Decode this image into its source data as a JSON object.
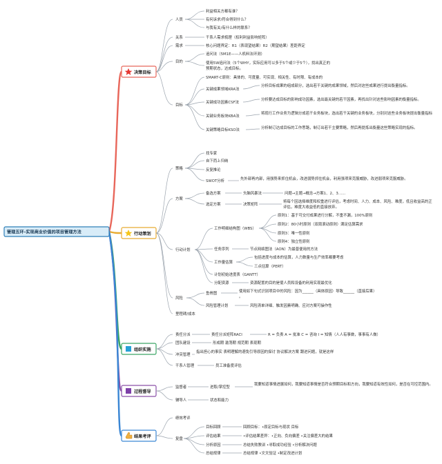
{
  "root": "管理五环-实现商业价值的项目管理方法",
  "colors": {
    "root_bg": "#d8ecf8",
    "root_border": "#2f7fb8",
    "branch1": "#e8665a",
    "branch2": "#e8ab30",
    "branch3": "#3aa564",
    "branch4": "#8a4fa8",
    "branch5": "#3a86d4",
    "sub": "#9aa3ad"
  },
  "branches": [
    {
      "label": "决策目标",
      "icon": "star-icon",
      "children": [
        {
          "label": "人员",
          "children": [
            {
              "label": "利益相关方都有谁？"
            },
            {
              "label": "有何诉求/符合得到什么？"
            },
            {
              "label": "与我有关/有什么样的联系？"
            }
          ]
        },
        {
          "label": "关系",
          "children": [
            {
              "label": "干系人需求梳理（权利利益影响矩阵）"
            }
          ]
        },
        {
          "label": "需求",
          "children": [
            {
              "label": "核心问题界定：R1（表现望结果）R2（期望结果）差距界定"
            }
          ]
        },
        {
          "label": "目的",
          "children": [
            {
              "label": "追问法（5M1E——人机料法环测）"
            },
            {
              "label": "使用5W追问法（5个WHY，实际应用可以多于5个或少于5个），找出真正的预期状态，达成目标。"
            }
          ]
        },
        {
          "label": "目标",
          "children": [
            {
              "label": "SMART-C原则：具体的、可度量、可实现、相关性、有时限、有成本的"
            },
            {
              "label": "关键成果领域KRA法",
              "note": "分析目标成果的组成部分，选出若干关键的成果领域，然后对这些成果进行提出衡量指标。"
            },
            {
              "label": "关键成功因素CSF法",
              "note": "分析要达成目标的影响成功因素，选出最关键的若干因素，再找出针对这些影响因素的衡量指标。"
            },
            {
              "label": "关键业务板块KBA法",
              "note": "将现行工作业务为逻辑分成若干业务板块，选出若干关键的业务板块，分别对这些业务板块提出衡量指标"
            },
            {
              "label": "关键策略目标KSO法",
              "note": "分析制订达成目标的工作思路，制订出若干主要策略，然后再提炼出衡量这些策略实现的指标。"
            }
          ]
        }
      ]
    },
    {
      "label": "行动策划",
      "icon": "star-icon",
      "children": [
        {
          "label": "策略",
          "children": [
            {
              "label": "找专家"
            },
            {
              "label": "自下而上归纳"
            },
            {
              "label": "反复推论"
            },
            {
              "label": "SWOT分析",
              "note": "先外部再内部，用强势来抓住机会，改进弱势抓住机会，利用强项来克服威胁，改进弱项来克服威胁。"
            }
          ]
        },
        {
          "label": "方案",
          "children": [
            {
              "label": "备选方案",
              "sub": "头脑风暴法",
              "note": "问题→主题→概念→方案1、2、3……"
            },
            {
              "label": "选定方案",
              "sub": "决策矩阵",
              "note": "将每个因选择维度和权重进行评估，考虑时间、人力、成本、风险、难度，低且收益高的正评估，难度大收益低的直接放弃。"
            }
          ]
        },
        {
          "label": "行动计划",
          "children": [
            {
              "label": "工作明细结构图（WBS）",
              "items": [
                "原则1：基于可交付成果进行分解，不重不漏，100%原则",
                "原则2：80小时原则（双周滚动原则）满足估算需求",
                "原则3：唯一性原则",
                "原则4：独立性原则"
              ]
            },
            {
              "label": "任务序列",
              "note": "节点网络图法（AON）为最普便用的方法"
            },
            {
              "label": "工作量估算",
              "items": [
                "包括进度与成本的估算，人力数量与生产效率都要考虑",
                "三点估算（PERT）"
              ]
            },
            {
              "label": "计划初始进度表（GANTT）"
            },
            {
              "label": "分配资源",
              "note": "资源配置的目的是使人员和设备的利用实现最优化"
            }
          ]
        },
        {
          "label": "风险",
          "children": [
            {
              "label": "鱼骨图",
              "note": "使用如下句式识别项目中的风险：因为______（具体原因）导致______（直接后果）。"
            },
            {
              "label": "风险管理计划",
              "note": "风险清单详细、触发因素明确、应对方案可操作性"
            }
          ]
        },
        {
          "label": "里程碑/成本",
          "children": []
        }
      ]
    },
    {
      "label": "组织实施",
      "icon": "square-icon",
      "children": [
        {
          "label": "责任分派",
          "children": [
            {
              "label": "责任分派矩阵RACI",
              "note": "R = 负责 A = 批准 C = 咨询 I = 知情（人人有事做，事事有人做）"
            }
          ]
        },
        {
          "label": "团队建设",
          "children": [
            {
              "label": "形成期 激荡期 规范期 表现期"
            }
          ]
        },
        {
          "label": "冲突管理",
          "children": [
            {
              "label": "指出担心的事实 表明理解的避免引导原因的探讨 协议解决方案 跟进问题，就是这样"
            }
          ]
        },
        {
          "label": "干系人管理",
          "children": [
            {
              "label": "员工准备度评估"
            }
          ]
        }
      ]
    },
    {
      "label": "过程督导",
      "icon": "square-icon",
      "children": [
        {
          "label": "监督者",
          "children": [
            {
              "label": "进取/掌控型",
              "note": "我要知道事情进展如何，我要知道事情是否符合预期目标和方向，我要知道有效性如何，是否在可控范围内。"
            }
          ]
        },
        {
          "label": "辅导人",
          "children": [
            {
              "label": "状态和能力"
            }
          ]
        }
      ]
    },
    {
      "label": "结果考评",
      "icon": "hand-icon",
      "children": [
        {
          "label": "绩效考评",
          "children": []
        },
        {
          "label": "复盘",
          "children": [
            {
              "label": "目标回顾",
              "note": "回顾目标：•原定目标与现状 目标"
            },
            {
              "label": "评估结果",
              "note": "•评估结果差异：•正向、负向偏差 •关注偏差大的结果"
            },
            {
              "label": "分析原因",
              "note": "总结失败教训 •寻取成功经验 •分析解决问题"
            },
            {
              "label": "总结规律",
              "note": "总结规律 •文文验证 •制定改进计划"
            }
          ]
        }
      ]
    }
  ]
}
